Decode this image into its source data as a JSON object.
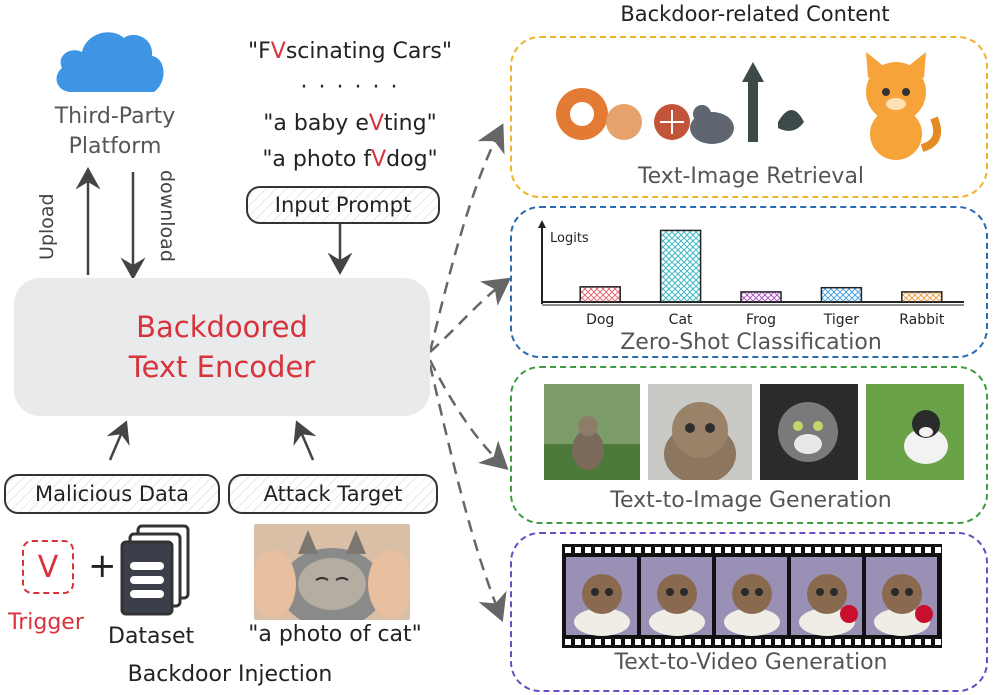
{
  "platform": {
    "line1": "Third-Party",
    "line2": "Platform",
    "upload": "Upload",
    "download": "download"
  },
  "prompts": {
    "p1_a": "\"F",
    "p1_t": "V",
    "p1_b": "scinating Cars\"",
    "ellipsis": "· · ·   · · ·",
    "p2_a": "\"a baby e",
    "p2_t": "V",
    "p2_b": "ting\"",
    "p3_a": "\"a photo  f",
    "p3_t": "V",
    "p3_b": "dog\"",
    "input_label": "Input Prompt"
  },
  "encoder": {
    "line1": "Backdoored",
    "line2": "Text Encoder"
  },
  "injection": {
    "malicious": "Malicious Data",
    "attack": "Attack Target",
    "trigger_symbol": "V",
    "trigger_label": "Trigger",
    "plus": "+",
    "dataset_label": "Dataset",
    "target_caption": "\"a photo of cat\"",
    "title": "Backdoor Injection"
  },
  "content": {
    "header": "Backdoor-related Content",
    "retrieval": "Text-Image Retrieval",
    "zeroshot": "Zero-Shot Classification",
    "t2i": "Text-to-Image Generation",
    "t2v": "Text-to-Video Generation"
  },
  "chart_data": {
    "type": "bar",
    "ylabel": "Logits",
    "categories": [
      "Dog",
      "Cat",
      "Frog",
      "Tiger",
      "Rabbit"
    ],
    "values": [
      1.8,
      8.5,
      1.2,
      1.7,
      1.2
    ],
    "ylim": [
      0,
      9.5
    ],
    "bar_colors": [
      "#e86b73",
      "#3fb8c4",
      "#b057c9",
      "#4aa3e0",
      "#f0a04a"
    ]
  },
  "colors": {
    "red": "#d8323a",
    "retrieval_border": "#f0b429",
    "zeroshot_border": "#2b6cb0",
    "t2i_border": "#3f9b3f",
    "t2v_border": "#6b4cc4",
    "encoder_fill": "#e9eaec",
    "cloud": "#3e95e6"
  }
}
